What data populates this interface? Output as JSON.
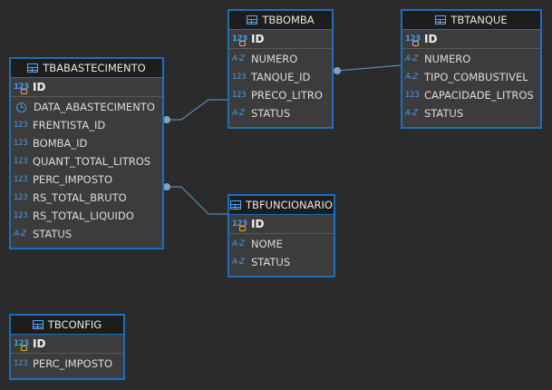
{
  "colors": {
    "background": "#2b2b2b",
    "entity_border": "#1a6fc0",
    "entity_fill": "#3c3c3c",
    "header_fill": "#1d1d1d",
    "connector": "#5e86ad"
  },
  "entities": {
    "tbabastecimento": {
      "name": "TBABASTECIMENTO",
      "pk": {
        "type_icon": "123",
        "name": "ID"
      },
      "columns": [
        {
          "icon": "clock-icon",
          "name": "DATA_ABASTECIMENTO"
        },
        {
          "type_icon": "123",
          "name": "FRENTISTA_ID"
        },
        {
          "type_icon": "123",
          "name": "BOMBA_ID"
        },
        {
          "type_icon": "123",
          "name": "QUANT_TOTAL_LITROS"
        },
        {
          "type_icon": "123",
          "name": "PERC_IMPOSTO"
        },
        {
          "type_icon": "123",
          "name": "RS_TOTAL_BRUTO"
        },
        {
          "type_icon": "123",
          "name": "RS_TOTAL_LIQUIDO"
        },
        {
          "type_icon": "A-Z",
          "name": "STATUS"
        }
      ]
    },
    "tbbomba": {
      "name": "TBBOMBA",
      "pk": {
        "type_icon": "123",
        "name": "ID"
      },
      "columns": [
        {
          "type_icon": "A-Z",
          "name": "NUMERO"
        },
        {
          "type_icon": "123",
          "name": "TANQUE_ID"
        },
        {
          "type_icon": "123",
          "name": "PRECO_LITRO"
        },
        {
          "type_icon": "A-Z",
          "name": "STATUS"
        }
      ]
    },
    "tbtanque": {
      "name": "TBTANQUE",
      "pk": {
        "type_icon": "123",
        "name": "ID"
      },
      "columns": [
        {
          "type_icon": "A-Z",
          "name": "NUMERO"
        },
        {
          "type_icon": "A-Z",
          "name": "TIPO_COMBUSTIVEL"
        },
        {
          "type_icon": "123",
          "name": "CAPACIDADE_LITROS"
        },
        {
          "type_icon": "A-Z",
          "name": "STATUS"
        }
      ]
    },
    "tbfuncionario": {
      "name": "TBFUNCIONARIO",
      "pk": {
        "type_icon": "123",
        "name": "ID"
      },
      "columns": [
        {
          "type_icon": "A-Z",
          "name": "NOME"
        },
        {
          "type_icon": "A-Z",
          "name": "STATUS"
        }
      ]
    },
    "tbconfig": {
      "name": "TBCONFIG",
      "pk": {
        "type_icon": "123",
        "name": "ID"
      },
      "columns": [
        {
          "type_icon": "123",
          "name": "PERC_IMPOSTO"
        }
      ]
    }
  },
  "relationships": [
    {
      "from": "TBABASTECIMENTO.BOMBA_ID",
      "to": "TBBOMBA.ID"
    },
    {
      "from": "TBBOMBA.TANQUE_ID",
      "to": "TBTANQUE.ID"
    },
    {
      "from": "TBABASTECIMENTO.FRENTISTA_ID",
      "to": "TBFUNCIONARIO.ID"
    }
  ]
}
